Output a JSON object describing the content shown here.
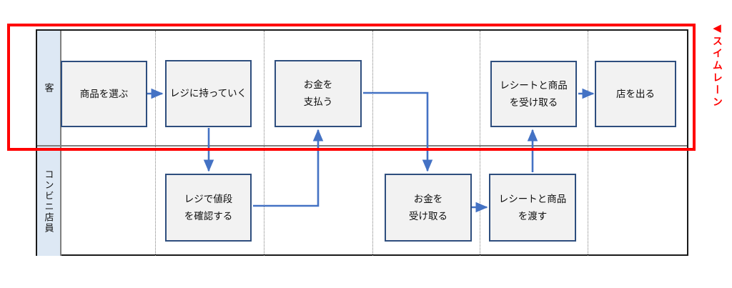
{
  "diagram": {
    "title": "swimlane-process-flow",
    "colors": {
      "box_fill": "#F2F2F2",
      "box_border": "#2E4E7E",
      "arrow": "#4472C4",
      "lane_header_fill": "#DDE8F4",
      "frame_border": "#1A1A1A",
      "annotation_red": "#FF0000",
      "column_separator": "#808080"
    },
    "lanes": [
      {
        "id": "customer",
        "label": "客"
      },
      {
        "id": "clerk",
        "label": "コンビニ店員"
      }
    ],
    "nodes": [
      {
        "id": "n1",
        "lane": "customer",
        "label": "商品を選ぶ"
      },
      {
        "id": "n2",
        "lane": "customer",
        "label": "レジに持っていく"
      },
      {
        "id": "n3",
        "lane": "customer",
        "label": "お金を\n支払う"
      },
      {
        "id": "n4",
        "lane": "customer",
        "label": "レシートと商品\nを受け取る"
      },
      {
        "id": "n5",
        "lane": "customer",
        "label": "店を出る"
      },
      {
        "id": "n6",
        "lane": "clerk",
        "label": "レジで値段\nを確認する"
      },
      {
        "id": "n7",
        "lane": "clerk",
        "label": "お金を\n受け取る"
      },
      {
        "id": "n8",
        "lane": "clerk",
        "label": "レシートと商品\nを渡す"
      }
    ],
    "edges": [
      {
        "from": "n1",
        "to": "n2"
      },
      {
        "from": "n2",
        "to": "n6"
      },
      {
        "from": "n6",
        "to": "n3"
      },
      {
        "from": "n3",
        "to": "n7"
      },
      {
        "from": "n7",
        "to": "n8"
      },
      {
        "from": "n8",
        "to": "n4"
      },
      {
        "from": "n4",
        "to": "n5"
      }
    ],
    "annotation": {
      "marker": "◀",
      "text": "スイムレーン"
    }
  }
}
